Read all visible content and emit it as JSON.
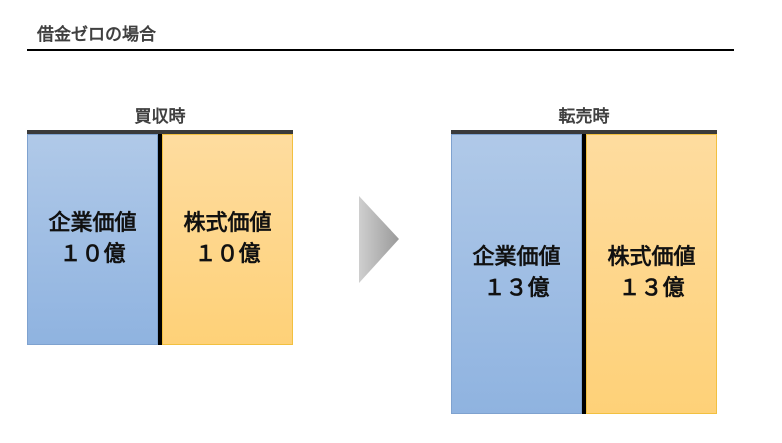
{
  "title": "借金ゼロの場合",
  "before": {
    "label": "買収時",
    "enterprise": "企業価値\n１０億",
    "equity": "株式価値\n１０億"
  },
  "after": {
    "label": "転売時",
    "enterprise": "企業価値\n１３億",
    "equity": "株式価値\n１３億"
  },
  "colors": {
    "enterprise": "#9dbde6",
    "equity": "#fed68a"
  }
}
